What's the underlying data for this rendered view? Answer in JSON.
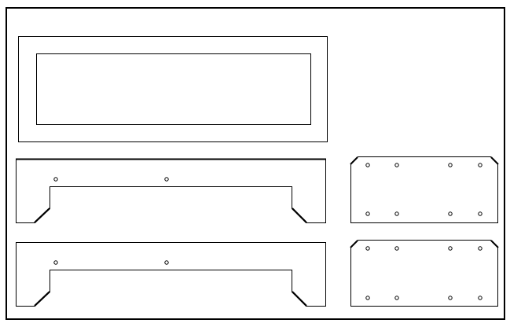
{
  "drawing": {
    "stroke_color": "#000000",
    "background_color": "#ffffff",
    "parts": [
      {
        "name": "rectangular-frame-panel",
        "holes": 0
      },
      {
        "name": "bracket-panel-upper",
        "holes": 2
      },
      {
        "name": "bracket-panel-lower",
        "holes": 2
      },
      {
        "name": "chamfered-plate-upper",
        "holes": 8
      },
      {
        "name": "chamfered-plate-lower",
        "holes": 8
      }
    ]
  }
}
